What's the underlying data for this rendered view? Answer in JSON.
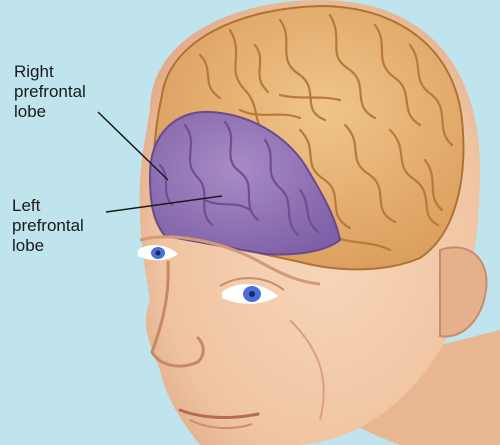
{
  "labels": {
    "right_prefrontal": [
      "Right",
      "prefrontal",
      "lobe"
    ],
    "left_prefrontal": [
      "Left",
      "prefrontal",
      "lobe"
    ]
  },
  "colors": {
    "background": "#bfe4ee",
    "skin": "#f2c9a8",
    "brain": "#e2ad6a",
    "brain_folds": "#b87a3a",
    "prefrontal_lobe": "#9a7ab8",
    "prefrontal_folds": "#6f4f92",
    "iris": "#4a6fd8",
    "leader_line": "#1a1a1a"
  },
  "icons": [
    "brain-illustration",
    "head-illustration"
  ]
}
